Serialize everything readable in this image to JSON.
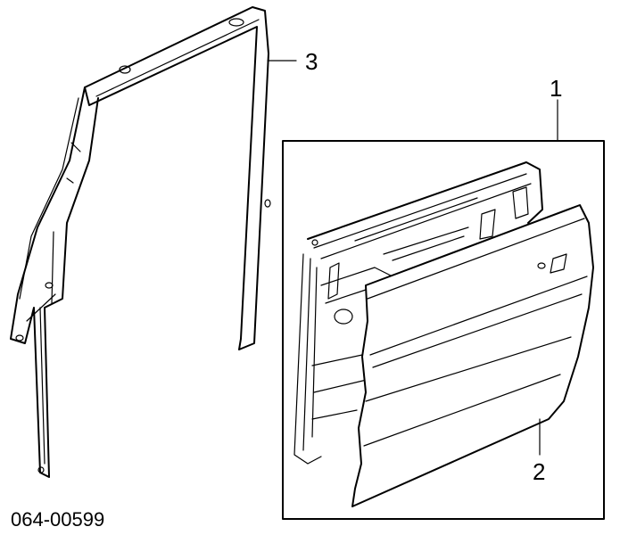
{
  "callouts": {
    "one": "1",
    "two": "2",
    "three": "3"
  },
  "part_number": "064-00599",
  "colors": {
    "line": "#000000",
    "background": "#ffffff"
  }
}
